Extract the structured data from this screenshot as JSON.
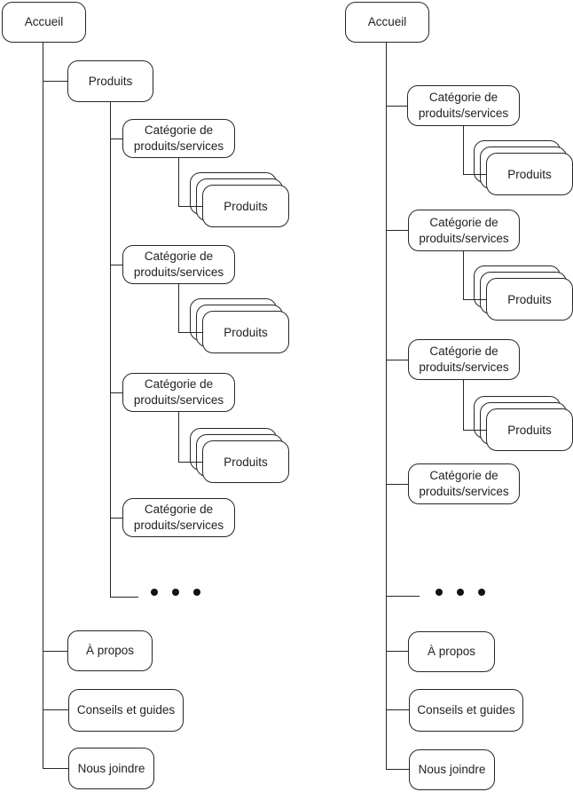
{
  "diagram": {
    "type": "site-structure-tree",
    "language": "fr",
    "colors": {
      "background": "#ffffff",
      "line": "#262626",
      "box_border": "#262626",
      "box_fill": "#ffffff",
      "text": "#1f1f1f"
    }
  },
  "left_tree": {
    "root": {
      "label": "Accueil"
    },
    "children": [
      {
        "label": "Produits",
        "children": [
          {
            "label": "Catégorie de produits/services",
            "products": {
              "label": "Produits",
              "stacked_count": 3
            }
          },
          {
            "label": "Catégorie de produits/services",
            "products": {
              "label": "Produits",
              "stacked_count": 3
            }
          },
          {
            "label": "Catégorie de produits/services",
            "products": {
              "label": "Produits",
              "stacked_count": 3
            }
          },
          {
            "label": "Catégorie de produits/services"
          },
          {
            "type": "ellipsis",
            "label": "• • •"
          }
        ]
      },
      {
        "label": "À propos"
      },
      {
        "label": "Conseils et guides"
      },
      {
        "label": "Nous joindre"
      }
    ]
  },
  "right_tree": {
    "root": {
      "label": "Accueil"
    },
    "children": [
      {
        "label": "Catégorie de produits/services",
        "products": {
          "label": "Produits",
          "stacked_count": 3
        }
      },
      {
        "label": "Catégorie de produits/services",
        "products": {
          "label": "Produits",
          "stacked_count": 3
        }
      },
      {
        "label": "Catégorie de produits/services",
        "products": {
          "label": "Produits",
          "stacked_count": 3
        }
      },
      {
        "label": "Catégorie de produits/services"
      },
      {
        "type": "ellipsis",
        "label": "• • •"
      },
      {
        "label": "À propos"
      },
      {
        "label": "Conseils et guides"
      },
      {
        "label": "Nous joindre"
      }
    ]
  }
}
